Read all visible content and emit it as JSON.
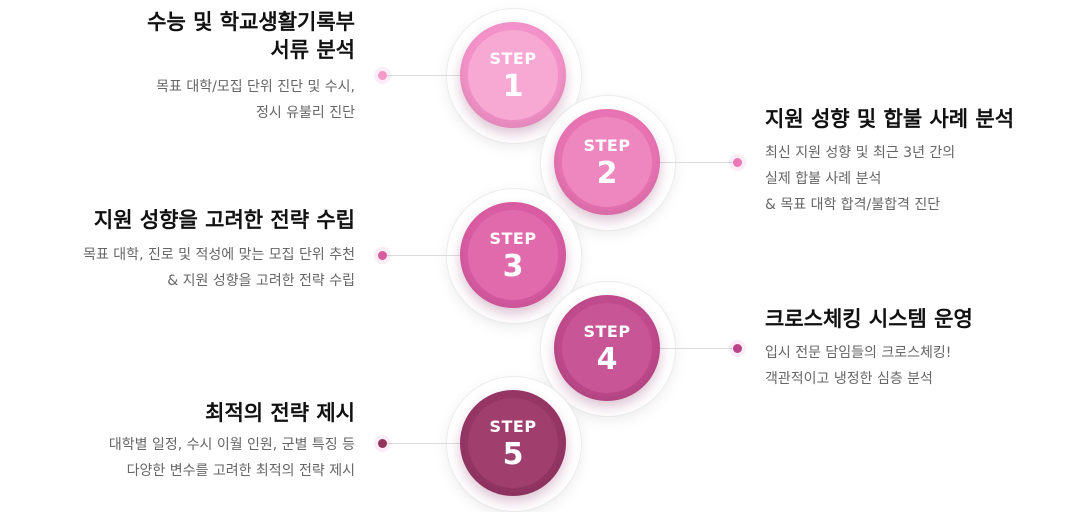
{
  "steps": [
    {
      "label": "STEP",
      "number": "1",
      "color": "#f392c8",
      "inner": "#f7a9d4",
      "dot": "#f39ac8",
      "title": [
        "수능 및 학교생활기록부",
        "서류 분석"
      ],
      "desc": [
        "목표 대학/모집 단위 진단 및 수시,",
        "정시 유불리 진단"
      ]
    },
    {
      "label": "STEP",
      "number": "2",
      "color": "#e873b3",
      "inner": "#ee86bf",
      "dot": "#ea78b6",
      "title": [
        "지원 성향 및 합불 사례 분석"
      ],
      "desc": [
        "최신 지원 성향 및 최근 3년 간의",
        "실제 합불 사례 분석",
        "& 목표 대학 합격/불합격 진단"
      ]
    },
    {
      "label": "STEP",
      "number": "3",
      "color": "#d95ba2",
      "inner": "#e06aab",
      "dot": "#d55a9e",
      "title": [
        "지원 성향을 고려한 전략 수립"
      ],
      "desc": [
        "목표 대학, 진로 및 적성에 맞는 모집 단위 추천",
        "& 지원 성향을 고려한 전략 수립"
      ]
    },
    {
      "label": "STEP",
      "number": "4",
      "color": "#bf4a8c",
      "inner": "#c85596",
      "dot": "#b84487",
      "title": [
        "크로스체킹 시스템 운영"
      ],
      "desc": [
        "입시 전문 담임들의 크로스체킹!",
        "객관적이고 냉정한 심층 분석"
      ]
    },
    {
      "label": "STEP",
      "number": "5",
      "color": "#963665",
      "inner": "#a03e6e",
      "dot": "#93345f",
      "title": [
        "최적의 전략 제시"
      ],
      "desc": [
        "대학별 일정, 수시 이월 인원, 군별 특징 등",
        "다양한 변수를 고려한 최적의 전략 제시"
      ]
    }
  ]
}
